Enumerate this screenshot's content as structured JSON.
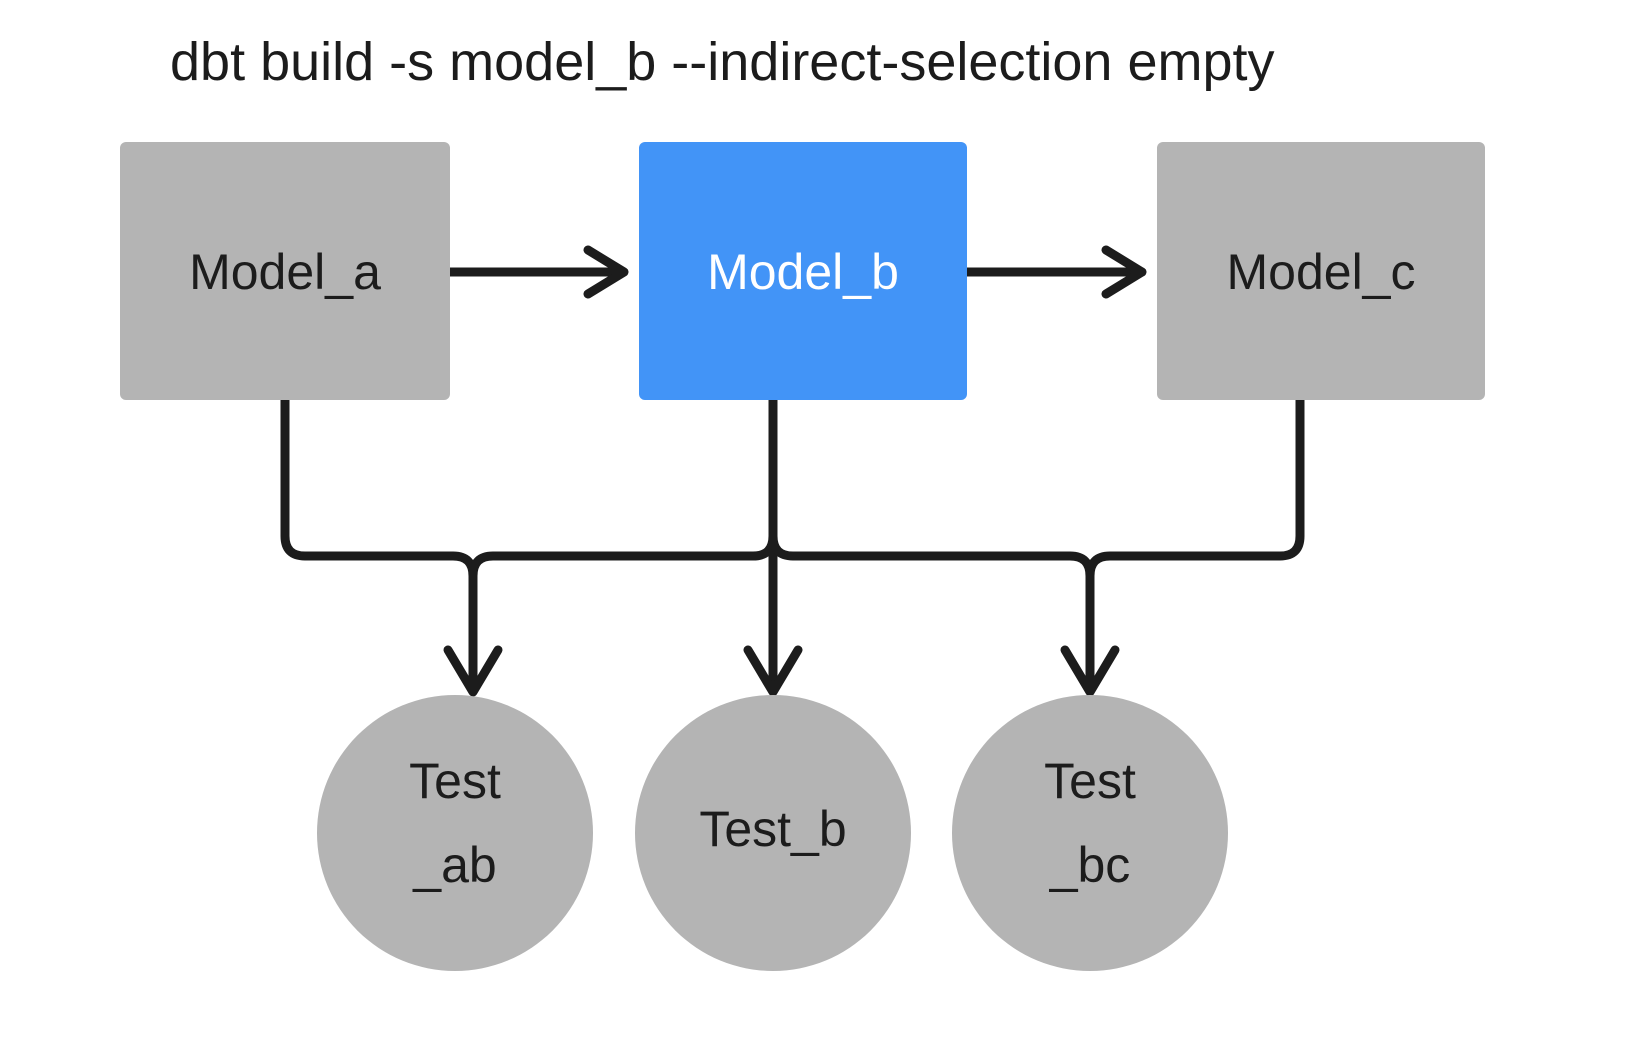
{
  "diagram": {
    "title": "dbt build -s model_b --indirect-selection empty",
    "colors": {
      "selected": "#4294f7",
      "unselected": "#b4b4b4",
      "edge": "#1c1c1c",
      "text_dark": "#1c1c1c",
      "text_light": "#ffffff",
      "background": "#ffffff"
    },
    "models": [
      {
        "id": "model_a",
        "label": "Model_a",
        "shape": "rectangle",
        "state": "unselected",
        "fill": "#b4b4b4",
        "text_color": "#1c1c1c"
      },
      {
        "id": "model_b",
        "label": "Model_b",
        "shape": "rectangle",
        "state": "selected",
        "fill": "#4294f7",
        "text_color": "#ffffff"
      },
      {
        "id": "model_c",
        "label": "Model_c",
        "shape": "rectangle",
        "state": "unselected",
        "fill": "#b4b4b4",
        "text_color": "#1c1c1c"
      }
    ],
    "tests": [
      {
        "id": "test_ab",
        "label_line1": "Test",
        "label_line2": "_ab",
        "shape": "circle",
        "state": "unselected",
        "fill": "#b4b4b4",
        "text_color": "#1c1c1c"
      },
      {
        "id": "test_b",
        "label_line1": "Test_b",
        "label_line2": "",
        "shape": "circle",
        "state": "unselected",
        "fill": "#b4b4b4",
        "text_color": "#1c1c1c"
      },
      {
        "id": "test_bc",
        "label_line1": "Test",
        "label_line2": "_bc",
        "shape": "circle",
        "state": "unselected",
        "fill": "#b4b4b4",
        "text_color": "#1c1c1c"
      }
    ],
    "edges": [
      {
        "id": "model_a-to-model_b",
        "from": "model_a",
        "to": "model_b",
        "style": "straight-horizontal"
      },
      {
        "id": "model_b-to-model_c",
        "from": "model_b",
        "to": "model_c",
        "style": "straight-horizontal"
      },
      {
        "id": "model_a-to-test_ab",
        "from": "model_a",
        "to": "test_ab",
        "style": "elbow"
      },
      {
        "id": "model_b-to-test_ab",
        "from": "model_b",
        "to": "test_ab",
        "style": "elbow"
      },
      {
        "id": "model_b-to-test_b",
        "from": "model_b",
        "to": "test_b",
        "style": "straight-vertical"
      },
      {
        "id": "model_b-to-test_bc",
        "from": "model_b",
        "to": "test_bc",
        "style": "elbow"
      },
      {
        "id": "model_c-to-test_bc",
        "from": "model_c",
        "to": "test_bc",
        "style": "elbow"
      }
    ]
  }
}
